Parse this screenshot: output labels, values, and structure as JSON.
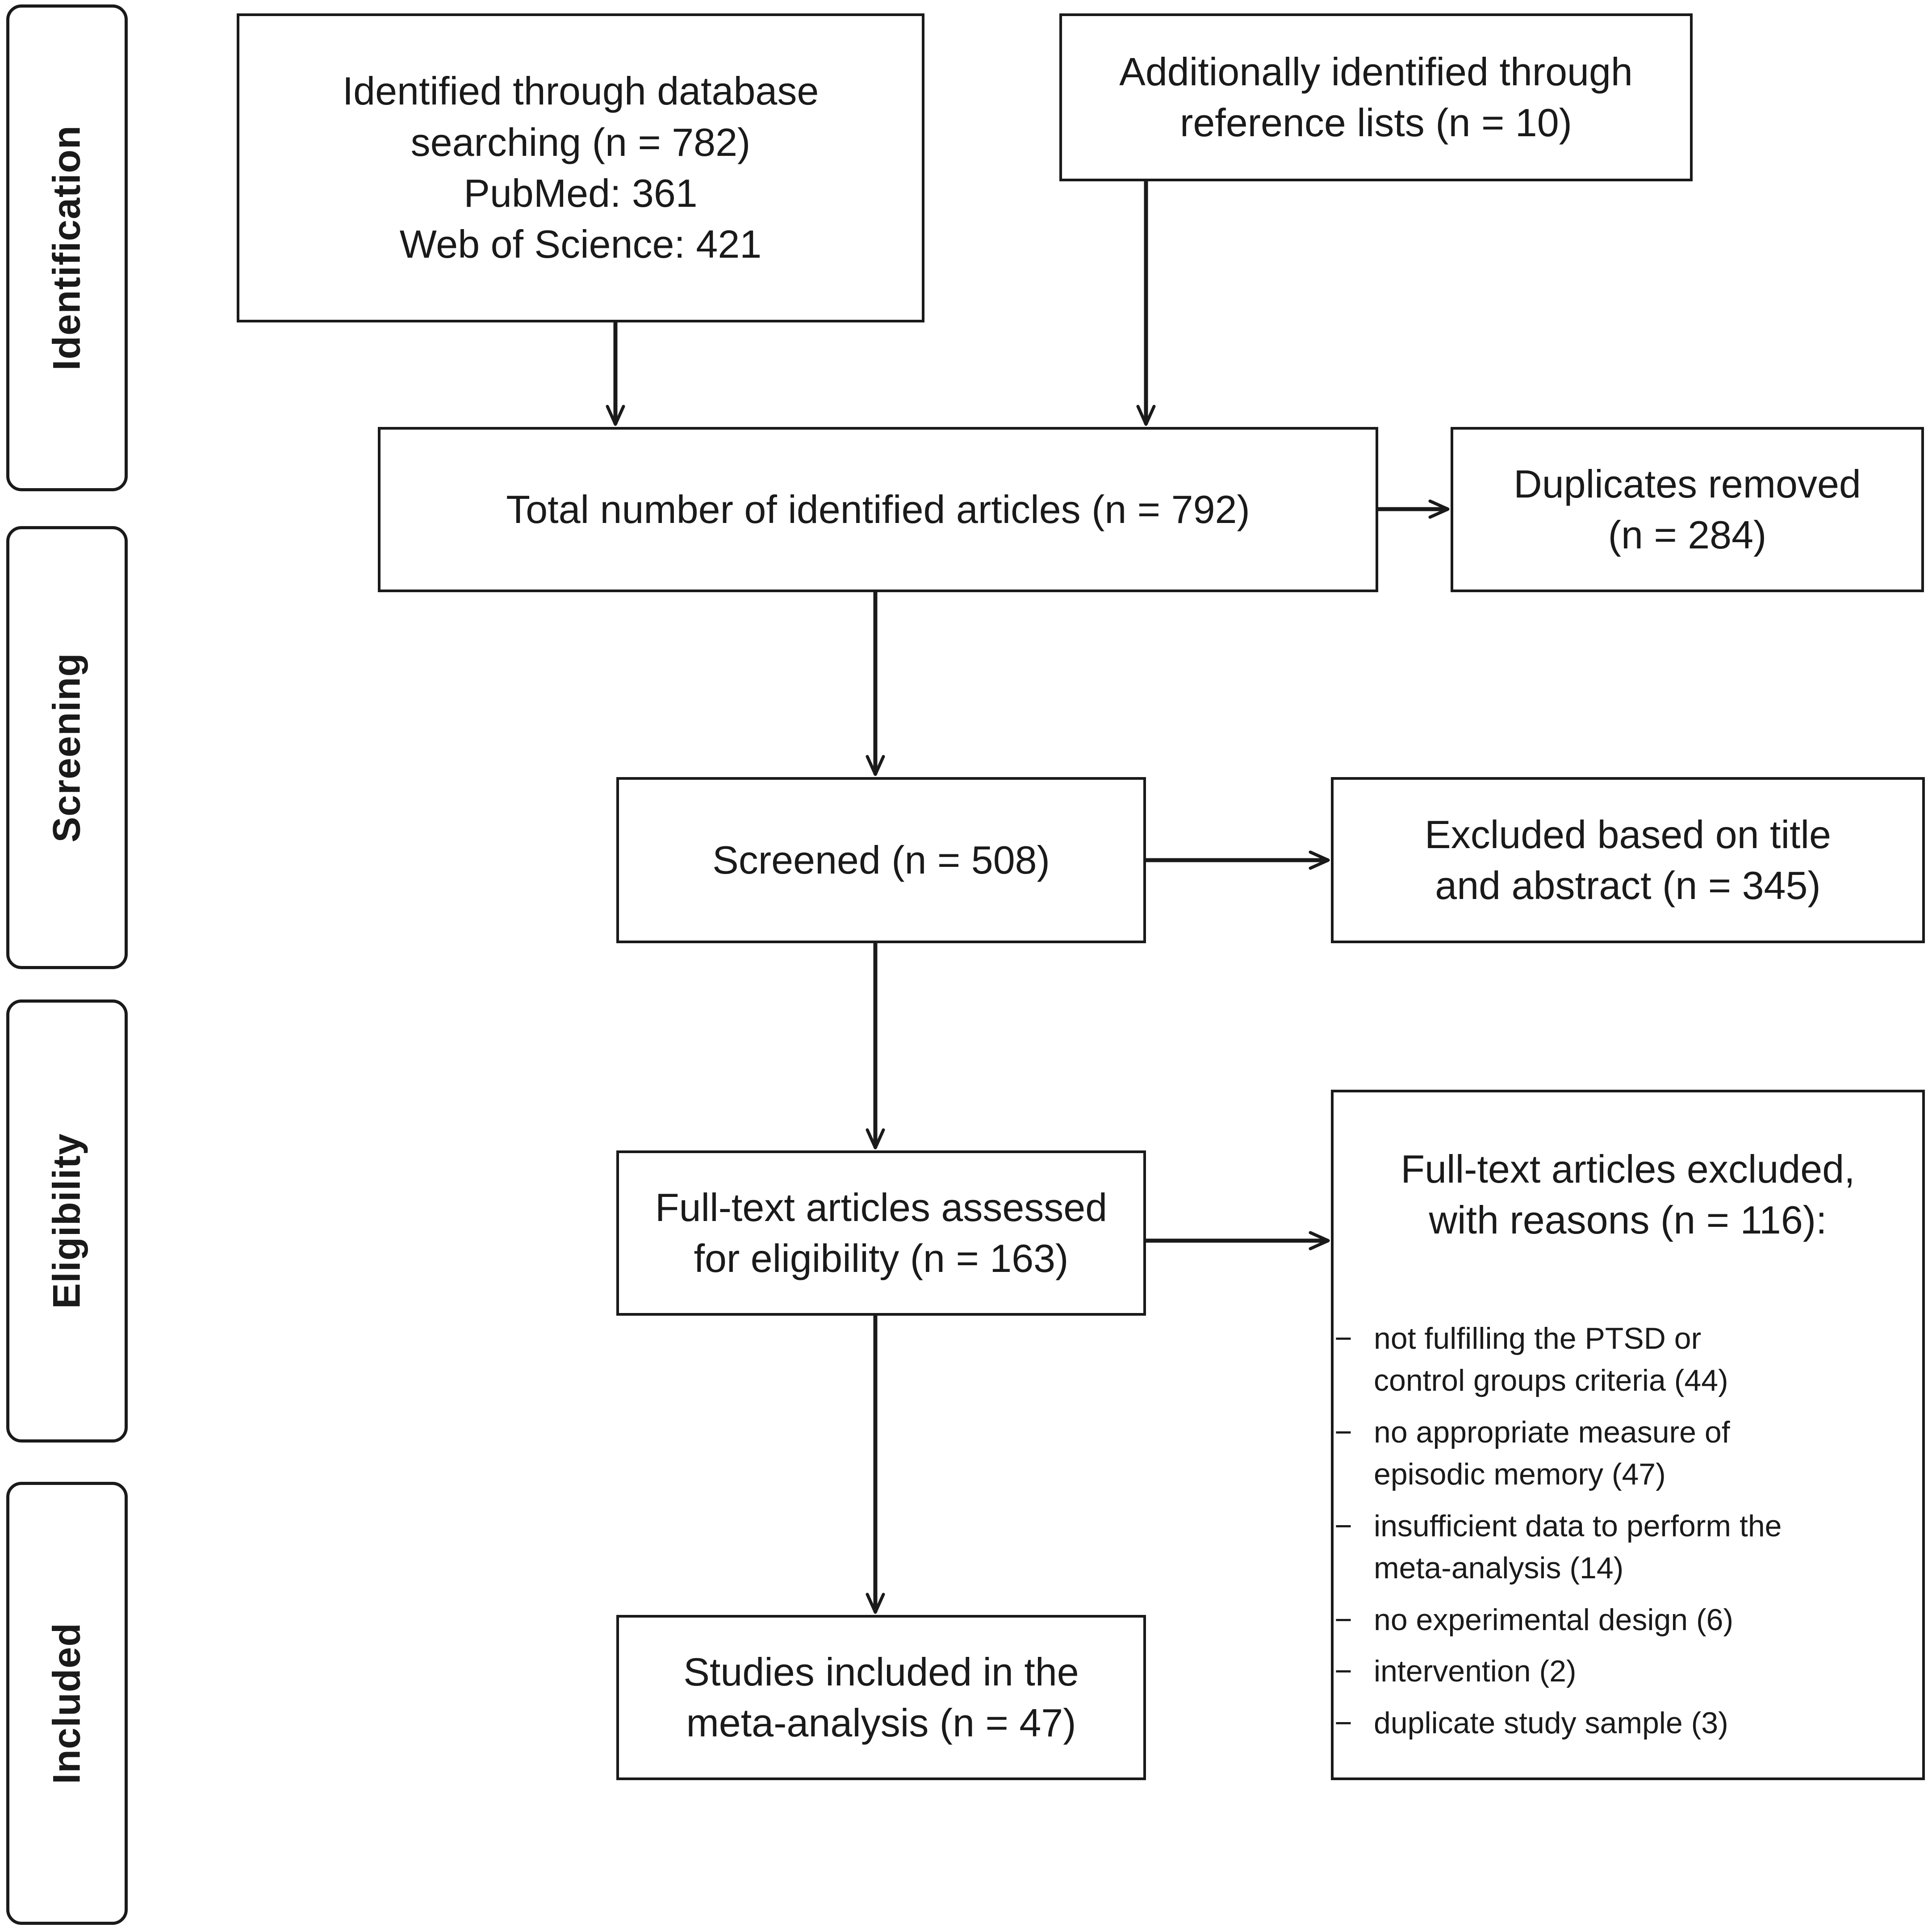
{
  "phases": {
    "identification": "Identification",
    "screening": "Screening",
    "eligibility": "Eligibility",
    "included": "Included"
  },
  "boxes": {
    "database_search": [
      "Identified through database",
      "searching (n = 782)",
      "PubMed: 361",
      "Web of Science: 421"
    ],
    "reference_lists": [
      "Additionally identified through",
      "reference lists (n = 10)"
    ],
    "total_identified": [
      "Total number of identified articles (n = 792)"
    ],
    "duplicates_removed": [
      "Duplicates removed",
      "(n = 284)"
    ],
    "screened": [
      "Screened (n = 508)"
    ],
    "excluded_title_abstract": [
      "Excluded based on title",
      "and abstract (n = 345)"
    ],
    "full_text_assessed": [
      "Full-text articles assessed",
      "for eligibility (n = 163)"
    ],
    "studies_included": [
      "Studies included in the",
      "meta-analysis (n = 47)"
    ],
    "full_text_excluded": {
      "heading": [
        "Full-text articles excluded,",
        "with reasons (n = 116):"
      ],
      "reasons": [
        "not fulfilling the PTSD or\ncontrol groups criteria (44)",
        "no appropriate measure of\nepisodic memory (47)",
        "insufficient data to perform the\nmeta-analysis (14)",
        "no experimental design (6)",
        "intervention (2)",
        "duplicate study sample (3)"
      ]
    }
  }
}
